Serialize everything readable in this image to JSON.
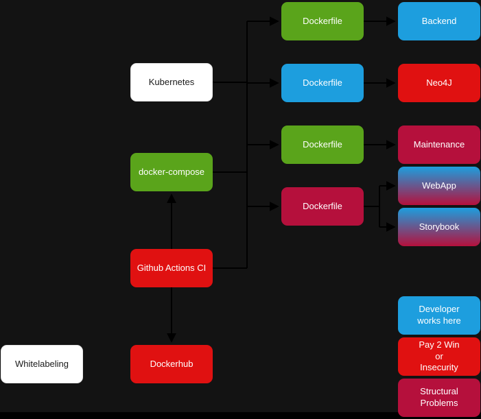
{
  "palette": {
    "background": "#131313",
    "edge": "#000000",
    "green": "#5aa41b",
    "blue": "#1d9ede",
    "red": "#e01111",
    "crimson": "#b5103c",
    "white": "#ffffff",
    "gradient_top": "#1d9ede",
    "gradient_bottom": "#b5103c"
  },
  "nodes": {
    "kubernetes": {
      "label": "Kubernetes",
      "color": "white"
    },
    "docker_compose": {
      "label": "docker-compose",
      "color": "green"
    },
    "github_actions": {
      "label": "Github Actions CI",
      "color": "red"
    },
    "dockerhub": {
      "label": "Dockerhub",
      "color": "red"
    },
    "whitelabeling": {
      "label": "Whitelabeling",
      "color": "white"
    },
    "dockerfile_backend": {
      "label": "Dockerfile",
      "color": "green"
    },
    "dockerfile_neo4j": {
      "label": "Dockerfile",
      "color": "blue"
    },
    "dockerfile_maintenance": {
      "label": "Dockerfile",
      "color": "green"
    },
    "dockerfile_frontend": {
      "label": "Dockerfile",
      "color": "crimson"
    },
    "backend": {
      "label": "Backend",
      "color": "blue"
    },
    "neo4j": {
      "label": "Neo4J",
      "color": "red"
    },
    "maintenance": {
      "label": "Maintenance",
      "color": "crimson"
    },
    "webapp": {
      "label": "WebApp",
      "color": "gradient"
    },
    "storybook": {
      "label": "Storybook",
      "color": "gradient"
    },
    "legend_developer": {
      "label": "Developer\nworks here",
      "color": "blue"
    },
    "legend_pay2win": {
      "label": "Pay 2 Win\nor\nInsecurity",
      "color": "red"
    },
    "legend_structural": {
      "label": "Structural Problems",
      "color": "crimson"
    }
  },
  "edges": [
    {
      "from": "Kubernetes",
      "to": "Dockerfile junction"
    },
    {
      "from": "docker-compose",
      "to": "Dockerfile junction"
    },
    {
      "from": "Github Actions CI",
      "to": "Dockerfile junction"
    },
    {
      "from": "junction",
      "to": "Dockerfile (Backend)"
    },
    {
      "from": "junction",
      "to": "Dockerfile (Neo4J)"
    },
    {
      "from": "junction",
      "to": "Dockerfile (Maintenance)"
    },
    {
      "from": "junction",
      "to": "Dockerfile (Frontend)"
    },
    {
      "from": "Dockerfile (Backend)",
      "to": "Backend"
    },
    {
      "from": "Dockerfile (Neo4J)",
      "to": "Neo4J"
    },
    {
      "from": "Dockerfile (Maintenance)",
      "to": "Maintenance"
    },
    {
      "from": "Dockerfile (Frontend)",
      "to": "WebApp"
    },
    {
      "from": "Dockerfile (Frontend)",
      "to": "Storybook"
    },
    {
      "from": "Github Actions CI",
      "to": "docker-compose"
    },
    {
      "from": "Github Actions CI",
      "to": "Dockerhub"
    }
  ]
}
